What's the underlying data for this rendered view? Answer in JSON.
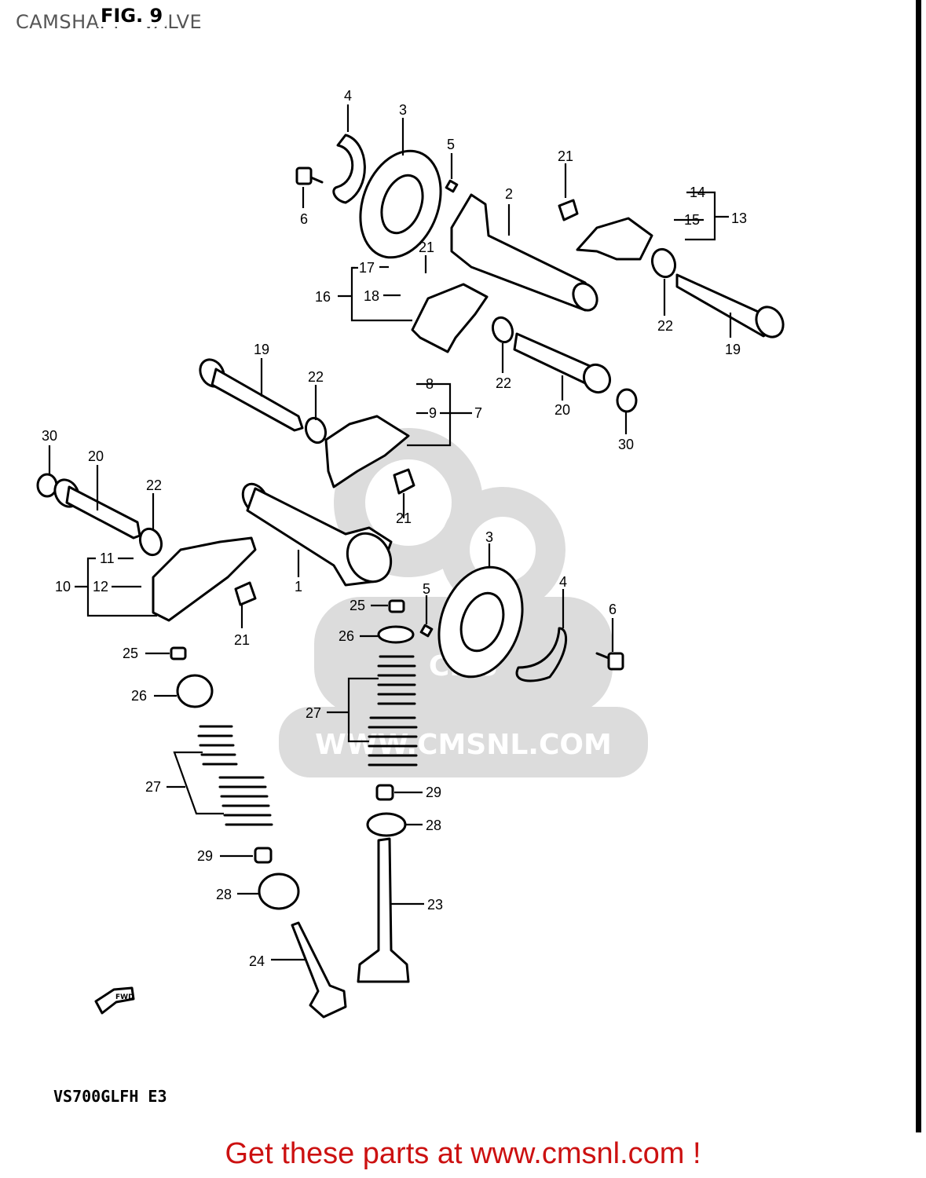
{
  "page": {
    "title": "CAMSHAFT - VALVE",
    "figure_label": "FIG. 9",
    "model_code": "VS700GLFH E3",
    "footer_banner": "Get these parts at www.cmsnl.com !",
    "watermark_text": "WWW.CMSNL.COM",
    "watermark_logo": "CMS"
  },
  "callouts": {
    "c1": "1",
    "c2": "2",
    "c3a": "3",
    "c3b": "3",
    "c4a": "4",
    "c4b": "4",
    "c5a": "5",
    "c5b": "5",
    "c6a": "6",
    "c6b": "6",
    "c7": "7",
    "c8": "8",
    "c9": "9",
    "c10": "10",
    "c11": "11",
    "c12": "12",
    "c13": "13",
    "c14": "14",
    "c15": "15",
    "c16": "16",
    "c17": "17",
    "c18": "18",
    "c19a": "19",
    "c19b": "19",
    "c20a": "20",
    "c20b": "20",
    "c21a": "21",
    "c21b": "21",
    "c21c": "21",
    "c21d": "21",
    "c22a": "22",
    "c22b": "22",
    "c22c": "22",
    "c22d": "22",
    "c23": "23",
    "c24": "24",
    "c25a": "25",
    "c25b": "25",
    "c26a": "26",
    "c26b": "26",
    "c27a": "27",
    "c27b": "27",
    "c28a": "28",
    "c28b": "28",
    "c29a": "29",
    "c29b": "29",
    "c30a": "30",
    "c30b": "30"
  },
  "fwd_label": "FWD",
  "colors": {
    "footer": "#cc1111",
    "title": "#555555",
    "watermark": "#dcdcdc",
    "ink": "#000000"
  }
}
